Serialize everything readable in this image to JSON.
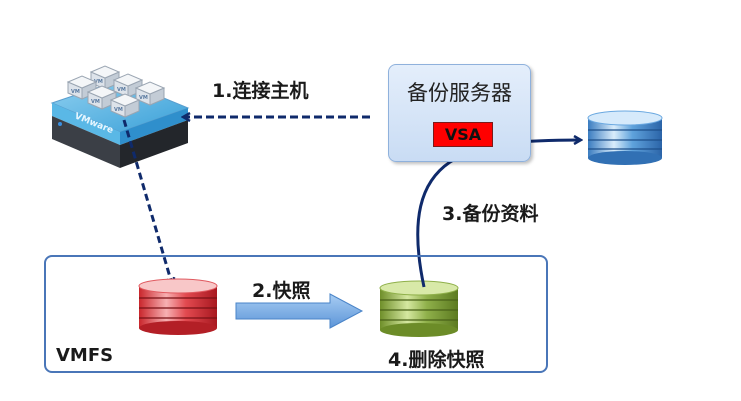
{
  "steps": {
    "step1": "1.连接主机",
    "step2": "2.快照",
    "step3": "3.备份资料",
    "step4": "4.删除快照"
  },
  "backup_server": {
    "title": "备份服务器",
    "badge": "VSA"
  },
  "host": {
    "brand_label": "VMware",
    "vm_label": "VM",
    "vm_count": 6
  },
  "storage": {
    "container_label": "VMFS",
    "source_disk_color": "#e0474c",
    "snapshot_disk_color": "#8fb04a",
    "backup_disk_color": "#4a90d0"
  },
  "colors": {
    "arrow_dark": "#0f2a6b",
    "arrow_light": "#7aaee6",
    "box_border": "#4a76b8"
  }
}
